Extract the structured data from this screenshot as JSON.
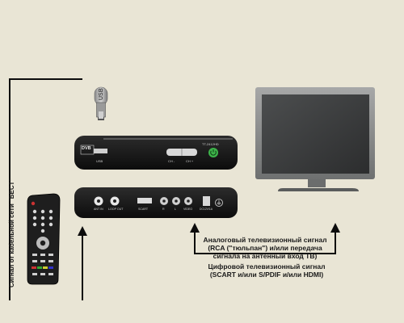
{
  "labels": {
    "cable_signal": "Сигнал от кабельной сети \"БЕСТ\"",
    "analog_line1": "Аналоговый телевизионный сигнал",
    "analog_line2": "(RCA (\"тюльпан\") и/или передача",
    "analog_line3": "сигнала на антенный вход ТВ)",
    "digital_line1": "Цифровой телевизионный сигнал",
    "digital_line2": "(SCART и/или S/PDIF и/или HDMI)"
  },
  "usb_stick": {
    "label": "USB"
  },
  "receiver_front": {
    "logo": "DVB",
    "usb_port": "USB",
    "ch_down": "CH -",
    "ch_up": "CH +",
    "model": "TT-2412HD"
  },
  "receiver_back": {
    "ant_in": "ANT IN",
    "loop_out": "LOOP OUT",
    "scart": "SCART",
    "r": "R",
    "l": "L",
    "video": "VIDEO",
    "power": "DC12V/1A"
  },
  "colors": {
    "background": "#e9e5d5",
    "device": "#161616",
    "arrow": "#0c0c0c",
    "power_led": "#3db34a"
  }
}
